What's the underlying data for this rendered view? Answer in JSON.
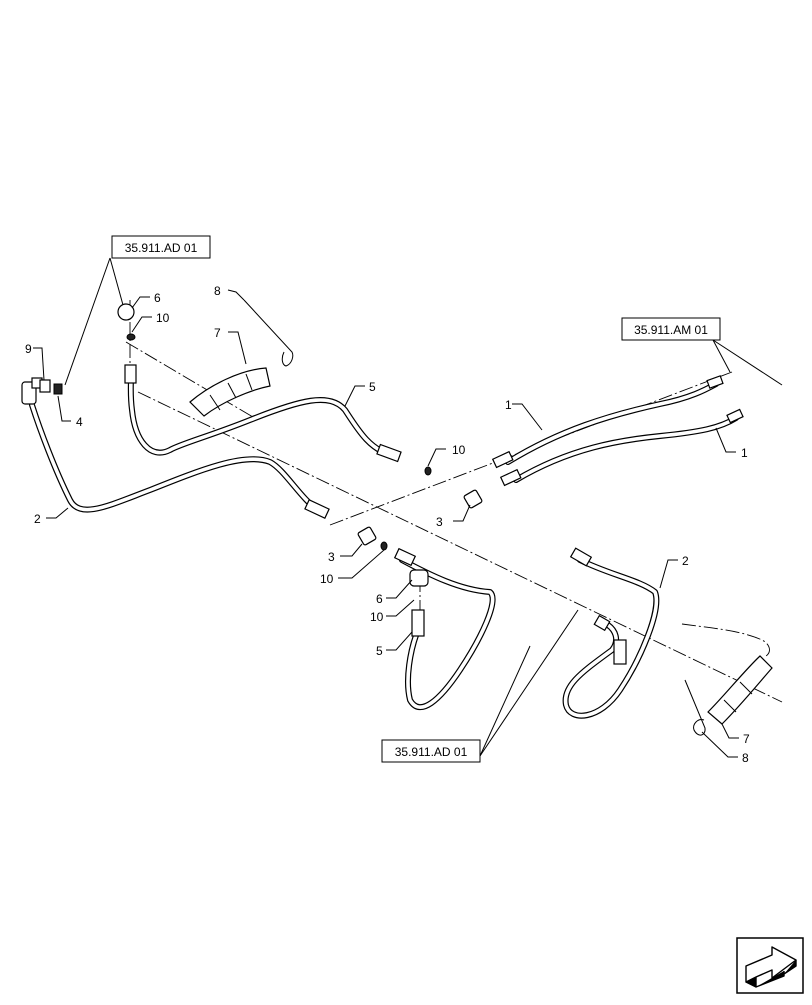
{
  "references": {
    "top_left": "35.911.AD 01",
    "right": "35.911.AM 01",
    "bottom": "35.911.AD 01"
  },
  "callouts": {
    "c1_upper": "1",
    "c1_lower": "1",
    "c2_left": "2",
    "c2_right": "2",
    "c3_right": "3",
    "c3_left": "3",
    "c4": "4",
    "c5_upper": "5",
    "c5_lower": "5",
    "c6_upper": "6",
    "c6_lower": "6",
    "c7_left": "7",
    "c7_right": "7",
    "c8_left": "8",
    "c8_right": "8",
    "c9": "9",
    "c10_upper_left": "10",
    "c10_center": "10",
    "c10_left": "10",
    "c10_lower": "10"
  },
  "icons": {
    "corner": "next-page-arrow-icon"
  }
}
